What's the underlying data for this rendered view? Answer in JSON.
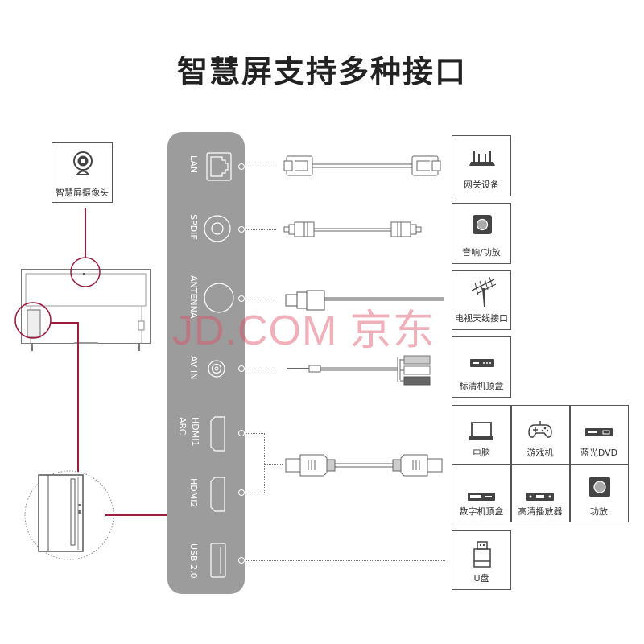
{
  "title": "智慧屏支持多种接口",
  "camera": {
    "label": "智慧屏摄像头",
    "icon": "webcam-icon"
  },
  "tv": {
    "icon": "tv-back-icon"
  },
  "panel": {
    "ports": [
      {
        "label": "LAN",
        "icon": "rj45-port-icon"
      },
      {
        "label": "SPDIF",
        "icon": "coaxial-port-icon"
      },
      {
        "label": "ANTENNA",
        "icon": "antenna-port-icon"
      },
      {
        "label": "AV IN",
        "icon": "av-port-icon"
      },
      {
        "label": "HDMI1",
        "sublabel": "ARC",
        "icon": "hdmi-port-icon"
      },
      {
        "label": "HDMI2",
        "icon": "hdmi-port-icon"
      },
      {
        "label": "USB 2.0",
        "icon": "usb-port-icon"
      }
    ]
  },
  "cables": [
    "ethernet-cable",
    "coaxial-cable",
    "antenna-cable",
    "av-cable",
    "hdmi-cable"
  ],
  "devices": {
    "lan": {
      "label": "网关设备",
      "icon": "router-icon"
    },
    "spdif": {
      "label": "音响/功放",
      "icon": "speaker-icon"
    },
    "antenna": {
      "label": "电视天线接口",
      "icon": "antenna-icon"
    },
    "av": {
      "label": "标清机顶盒",
      "icon": "set-top-box-icon"
    },
    "hdmi": [
      {
        "label": "电脑",
        "icon": "laptop-icon"
      },
      {
        "label": "游戏机",
        "icon": "gamepad-icon"
      },
      {
        "label": "蓝光DVD",
        "icon": "dvd-player-icon"
      },
      {
        "label": "数字机顶盒",
        "icon": "digital-set-top-box-icon"
      },
      {
        "label": "高清播放器",
        "icon": "hd-player-icon"
      },
      {
        "label": "功放",
        "icon": "amplifier-icon"
      }
    ],
    "usb": {
      "label": "U盘",
      "icon": "usb-drive-icon"
    }
  },
  "watermark": "JD.COM 京东"
}
